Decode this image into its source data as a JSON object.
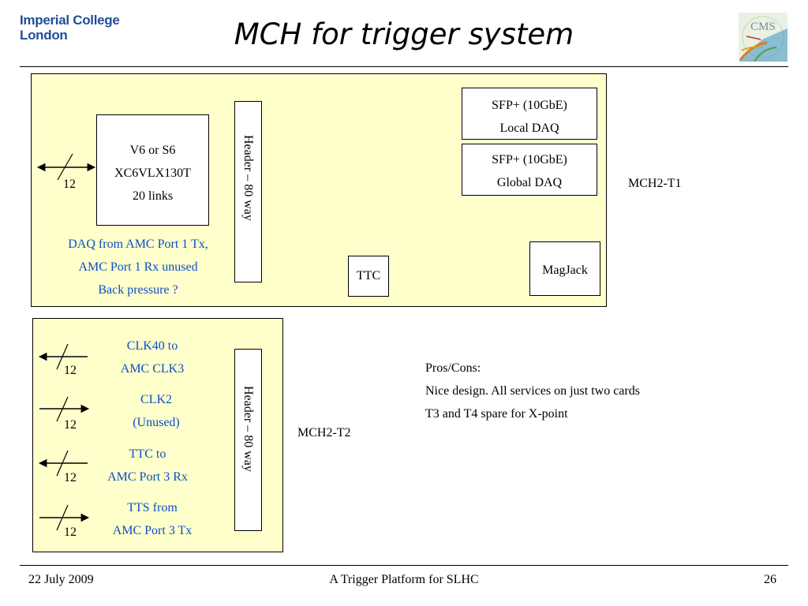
{
  "header": {
    "logo_line1": "Imperial College",
    "logo_line2": "London",
    "title": "MCH for trigger system",
    "cms_logo_text": "CMS"
  },
  "mch_t1": {
    "label": "MCH2-T1",
    "fpga": {
      "line1": "V6 or S6",
      "line2": "XC6VLX130T",
      "line3": "20 links"
    },
    "header_conn": "Header – 80 way",
    "sfp_local": {
      "line1": "SFP+ (10GbE)",
      "line2": "Local DAQ"
    },
    "sfp_global": {
      "line1": "SFP+ (10GbE)",
      "line2": "Global DAQ"
    },
    "ttc": "TTC",
    "magjack": "MagJack",
    "link_count": "12",
    "notes": [
      "DAQ from AMC Port 1 Tx,",
      "AMC Port 1 Rx unused",
      "Back pressure ?"
    ]
  },
  "mch_t2": {
    "label": "MCH2-T2",
    "header_conn": "Header – 80 way",
    "signals": [
      {
        "line1": "CLK40 to",
        "line2": "AMC CLK3",
        "count": "12",
        "direction": "left"
      },
      {
        "line1": "CLK2",
        "line2": "(Unused)",
        "count": "12",
        "direction": "right"
      },
      {
        "line1": "TTC to",
        "line2": "AMC Port 3 Rx",
        "count": "12",
        "direction": "left"
      },
      {
        "line1": "TTS from",
        "line2": "AMC Port 3 Tx",
        "count": "12",
        "direction": "right"
      }
    ]
  },
  "pros_cons": {
    "heading": "Pros/Cons:",
    "line1": "Nice design.  All services on just two cards",
    "line2": "T3 and T4 spare for X-point"
  },
  "footer": {
    "date": "22 July 2009",
    "center": "A Trigger Platform for SLHC",
    "page": "26"
  },
  "colors": {
    "panel_fill": "#ffffcc",
    "note_text": "#0a4fc4",
    "logo_blue": "#1f4e99"
  }
}
